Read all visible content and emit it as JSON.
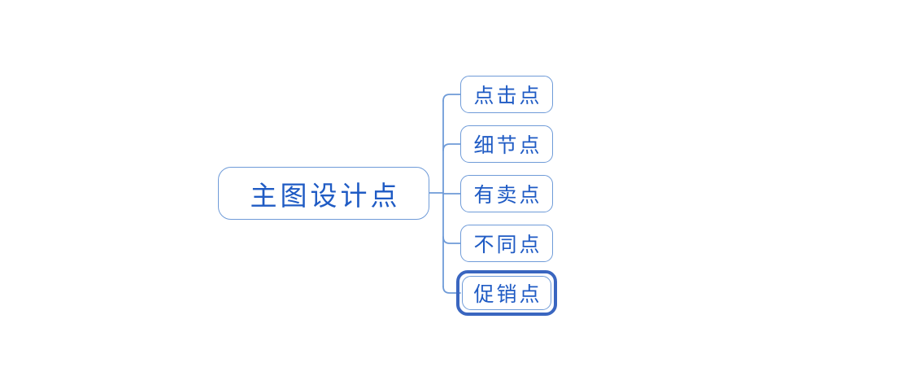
{
  "diagram": {
    "type": "mind-map",
    "orientation": "left-to-right",
    "background_color": "#ffffff",
    "node_border_color": "#6f9bd8",
    "node_text_color": "#1f5bc4",
    "connector_color": "#6f9bd8",
    "selection_color": "#3a66c0",
    "root": {
      "label": "主图设计点"
    },
    "children": [
      {
        "label": "点击点",
        "selected": false
      },
      {
        "label": "细节点",
        "selected": false
      },
      {
        "label": "有卖点",
        "selected": false
      },
      {
        "label": "不同点",
        "selected": false
      },
      {
        "label": "促销点",
        "selected": true
      }
    ]
  }
}
